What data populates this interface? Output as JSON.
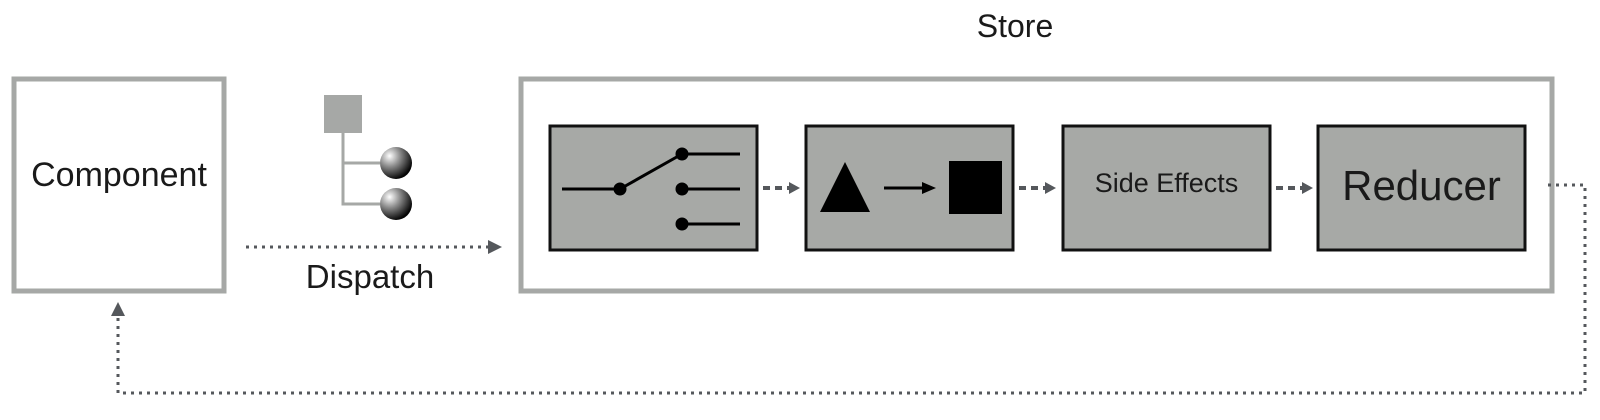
{
  "diagram": {
    "store": {
      "title": "Store"
    },
    "component": {
      "label": "Component"
    },
    "dispatch": {
      "label": "Dispatch"
    },
    "stages": [
      {
        "id": "router",
        "label": "",
        "icon": "switch-icon"
      },
      {
        "id": "transform",
        "label": "",
        "icon": "transform-icon"
      },
      {
        "id": "side-effects",
        "label": "Side Effects"
      },
      {
        "id": "reducer",
        "label": "Reducer"
      }
    ]
  },
  "colors": {
    "outline": "#a6a8a6",
    "stage_fill": "#a7a9a6",
    "stage_border": "#111111",
    "arrow": "#55585c",
    "text": "#1a1a1a"
  }
}
